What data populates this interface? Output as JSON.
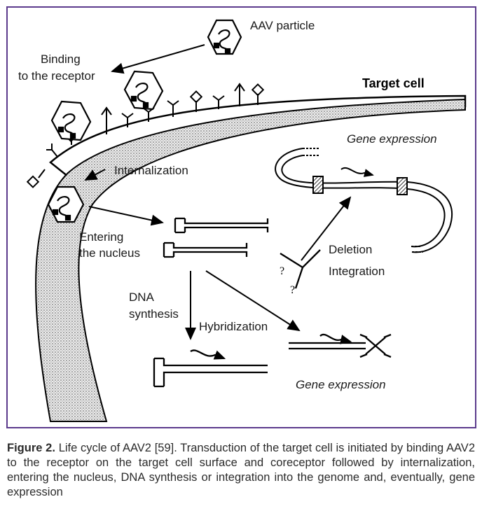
{
  "diagram": {
    "labels": {
      "aav_particle": "AAV particle",
      "binding_1": "Binding",
      "binding_2": "to the receptor",
      "target_cell": "Target cell",
      "gene_expression_top": "Gene expression",
      "internalization": "Internalization",
      "entering_1": "Entering",
      "entering_2": "the nucleus",
      "deletion": "Deletion",
      "integration": "Integration",
      "dna_1": "DNA",
      "dna_2": "synthesis",
      "hybridization": "Hybridization",
      "gene_expression_bottom": "Gene expression",
      "question": "?"
    },
    "colors": {
      "frame": "#5b3a8c",
      "ink": "#111111",
      "membrane_fill": "#dcdcdc"
    }
  },
  "caption": {
    "label": "Figure 2.",
    "text": " Life cycle of AAV2 [59]. Transduction of the target cell is initiated by binding AAV2 to the receptor on the target cell surface and coreceptor followed by internalization, entering the nucleus, DNA synthesis or integration into the genome and, eventually, gene expression"
  }
}
